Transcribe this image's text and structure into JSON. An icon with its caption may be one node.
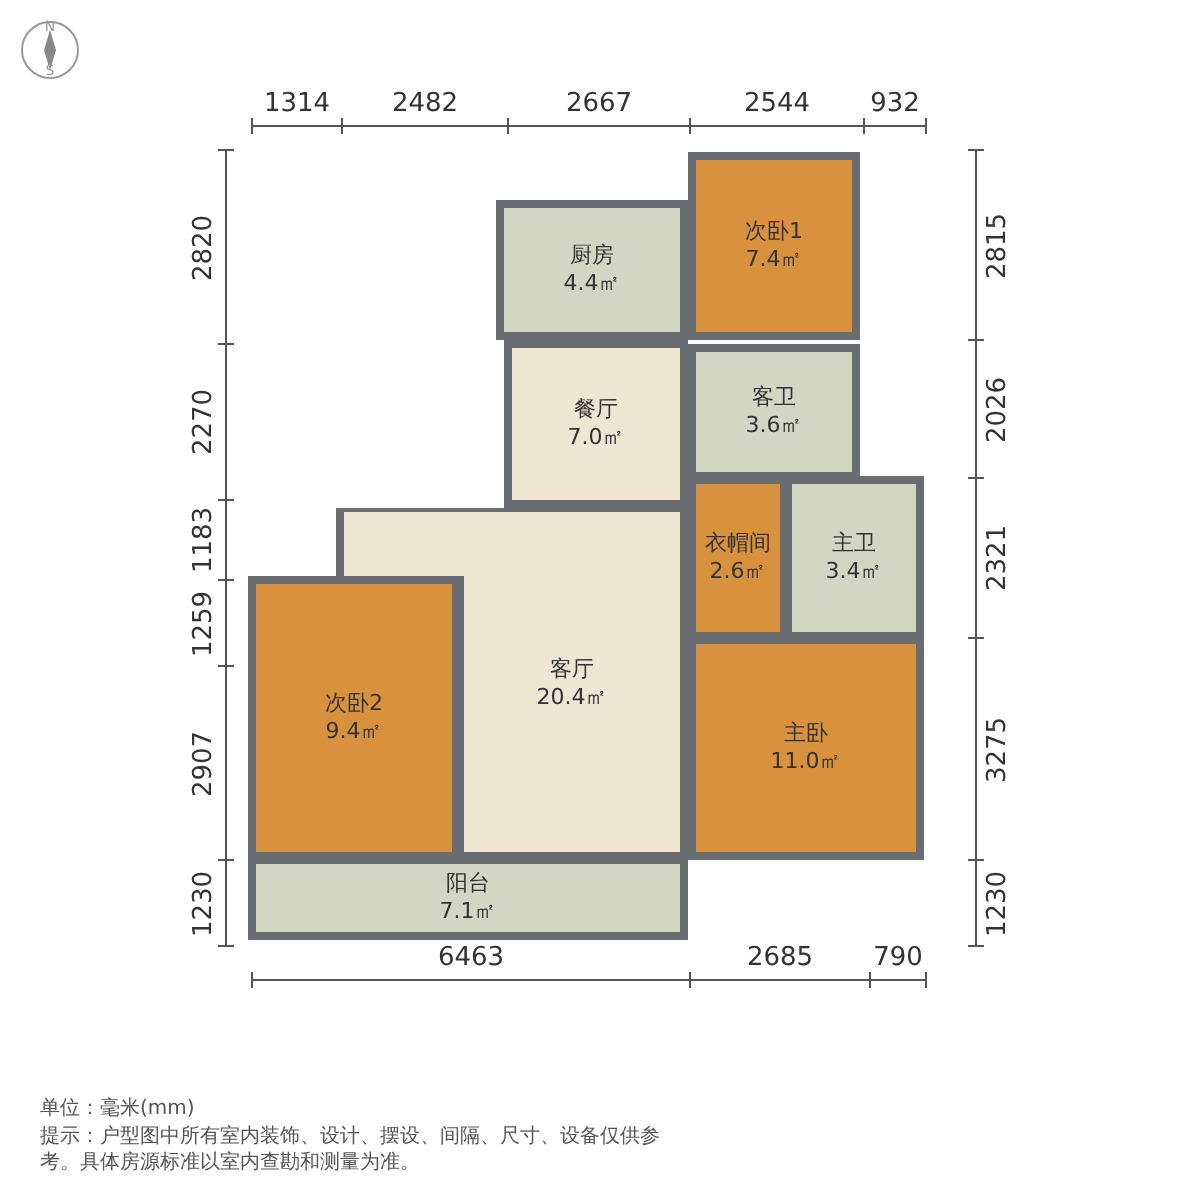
{
  "diagram": {
    "nodes": [
      {
        "text": [
          "厨房",
          "4.4㎡"
        ]
      },
      {
        "text": [
          "次卧1",
          "7.4㎡"
        ]
      },
      {
        "text": [
          "餐厅",
          "7.0㎡"
        ]
      },
      {
        "text": [
          "客卫",
          "3.6㎡"
        ]
      },
      {
        "text": [
          "衣帽间",
          "2.6㎡"
        ]
      },
      {
        "text": [
          "主卫",
          "3.4㎡"
        ]
      },
      {
        "text": [
          "次卧2",
          "9.4㎡"
        ]
      },
      {
        "text": [
          "客厅",
          "20.4㎡"
        ]
      },
      {
        "text": [
          "主卧",
          "11.0㎡"
        ]
      },
      {
        "text": [
          "阳台",
          "7.1㎡"
        ]
      }
    ],
    "labels": [
      "N",
      "S",
      "1314",
      "2482",
      "2667",
      "2544",
      "932",
      "2820",
      "2270",
      "1183",
      "1259",
      "2907",
      "1230",
      "2815",
      "2026",
      "2321",
      "3275",
      "1230",
      "6463",
      "2685",
      "790",
      "单位：毫米(mm)",
      "提示：户型图中所有室内装饰、设计、摆设、间隔、尺寸、设备仅供参考。具体房源标准以室内查勘和测量为准。"
    ]
  }
}
